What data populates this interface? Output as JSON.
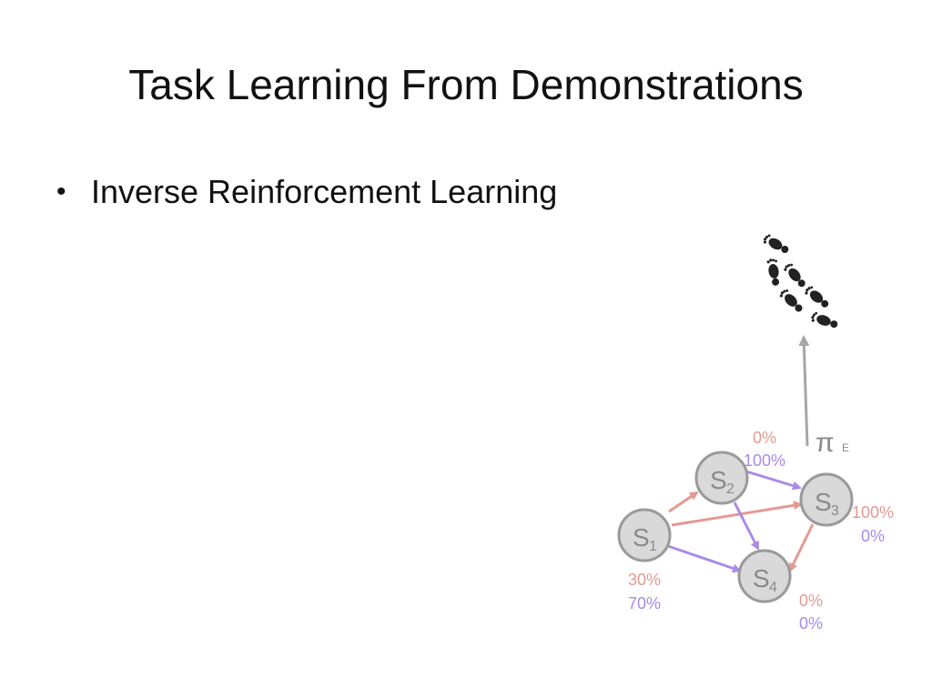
{
  "slide": {
    "title": "Task Learning From Demonstrations",
    "bullets": [
      "Inverse Reinforcement Learning"
    ]
  },
  "diagram": {
    "policy_symbol": "π",
    "policy_subscript": "E",
    "nodes": [
      {
        "id": "s1",
        "letter": "S",
        "sub": "1"
      },
      {
        "id": "s2",
        "letter": "S",
        "sub": "2"
      },
      {
        "id": "s3",
        "letter": "S",
        "sub": "3"
      },
      {
        "id": "s4",
        "letter": "S",
        "sub": "4"
      }
    ],
    "labels": {
      "s1_red": "30%",
      "s1_purple": "70%",
      "s2_red": "0%",
      "s2_purple": "100%",
      "s3_red": "100%",
      "s3_purple": "0%",
      "s4_red": "0%",
      "s4_purple": "0%"
    },
    "icons": [
      "footprints-icon"
    ],
    "colors": {
      "red": "#e49a92",
      "purple": "#a98be8",
      "node_fill": "#d9d9d9",
      "node_stroke": "#9a9a9a",
      "arrow_gray": "#a6a6a6"
    }
  }
}
